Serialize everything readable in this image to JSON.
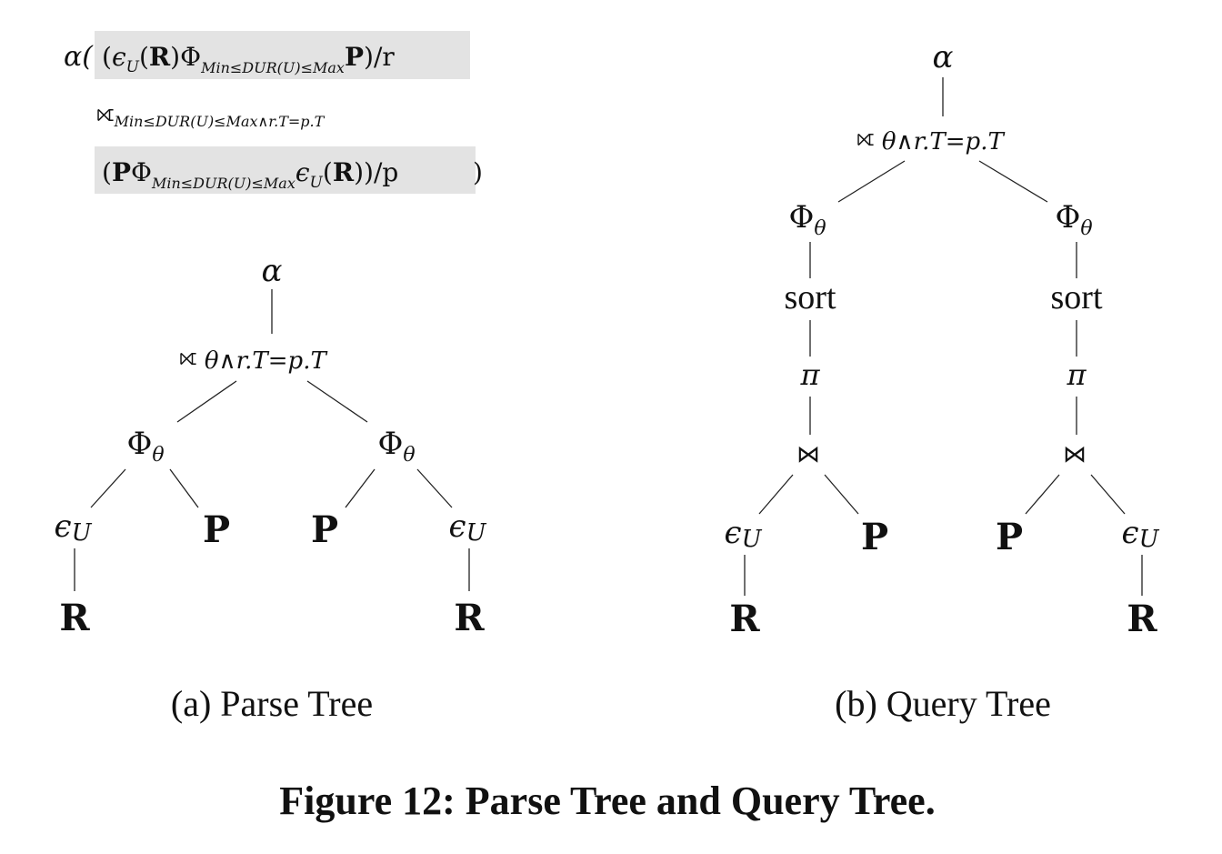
{
  "expression": {
    "alpha": "α(",
    "line1": "(ϵU(R)ΦMin≤DUR(U)≤MaxP)/r",
    "line2": "⟖Min≤DUR(U)≤Max∧r.T=p.T",
    "line3": "(PΦMin≤DUR(U)≤MaxϵU(R))/p",
    "close": ")"
  },
  "parse_tree": {
    "root": "α",
    "join_symbol": "⟖",
    "join_subscript": "θ∧r.T=p.T",
    "phi_left": "Φθ",
    "phi_right": "Φθ",
    "leaf_left_eps": "ϵU",
    "leaf_left_p": "P",
    "leaf_right_p": "P",
    "leaf_right_eps": "ϵU",
    "r_left": "R",
    "r_right": "R",
    "caption": "(a) Parse Tree"
  },
  "query_tree": {
    "root": "α",
    "join_symbol": "⟖",
    "join_subscript": "θ∧r.T=p.T",
    "phi_left": "Φθ",
    "phi_right": "Φθ",
    "sort_left": "sort",
    "sort_right": "sort",
    "pi_left": "π",
    "pi_right": "π",
    "join_left": "⋈",
    "join_right": "⋈",
    "eps_left": "ϵU",
    "p_left": "P",
    "p_right": "P",
    "eps_right": "ϵU",
    "r_left": "R",
    "r_right": "R",
    "caption": "(b) Query Tree"
  },
  "figure_caption": "Figure 12: Parse Tree and Query Tree."
}
